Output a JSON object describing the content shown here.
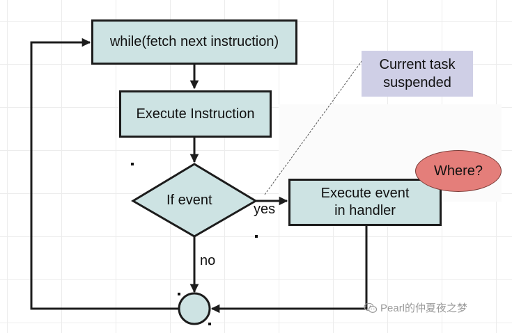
{
  "nodes": {
    "loop": "while(fetch next instruction)",
    "execute": "Execute Instruction",
    "decision": "If event",
    "handler_line1": "Execute event",
    "handler_line2": "in handler"
  },
  "note": {
    "line1": "Current task",
    "line2": "suspended"
  },
  "callout": "Where?",
  "edges": {
    "yes": "yes",
    "no": "no"
  },
  "watermark": "Pearl的仲夏夜之梦",
  "colors": {
    "box_fill": "#cde3e3",
    "note_fill": "#cfcfe6",
    "callout_fill": "#e47e7a",
    "line": "#1c1c1c"
  },
  "icons": [
    "wechat-icon"
  ]
}
